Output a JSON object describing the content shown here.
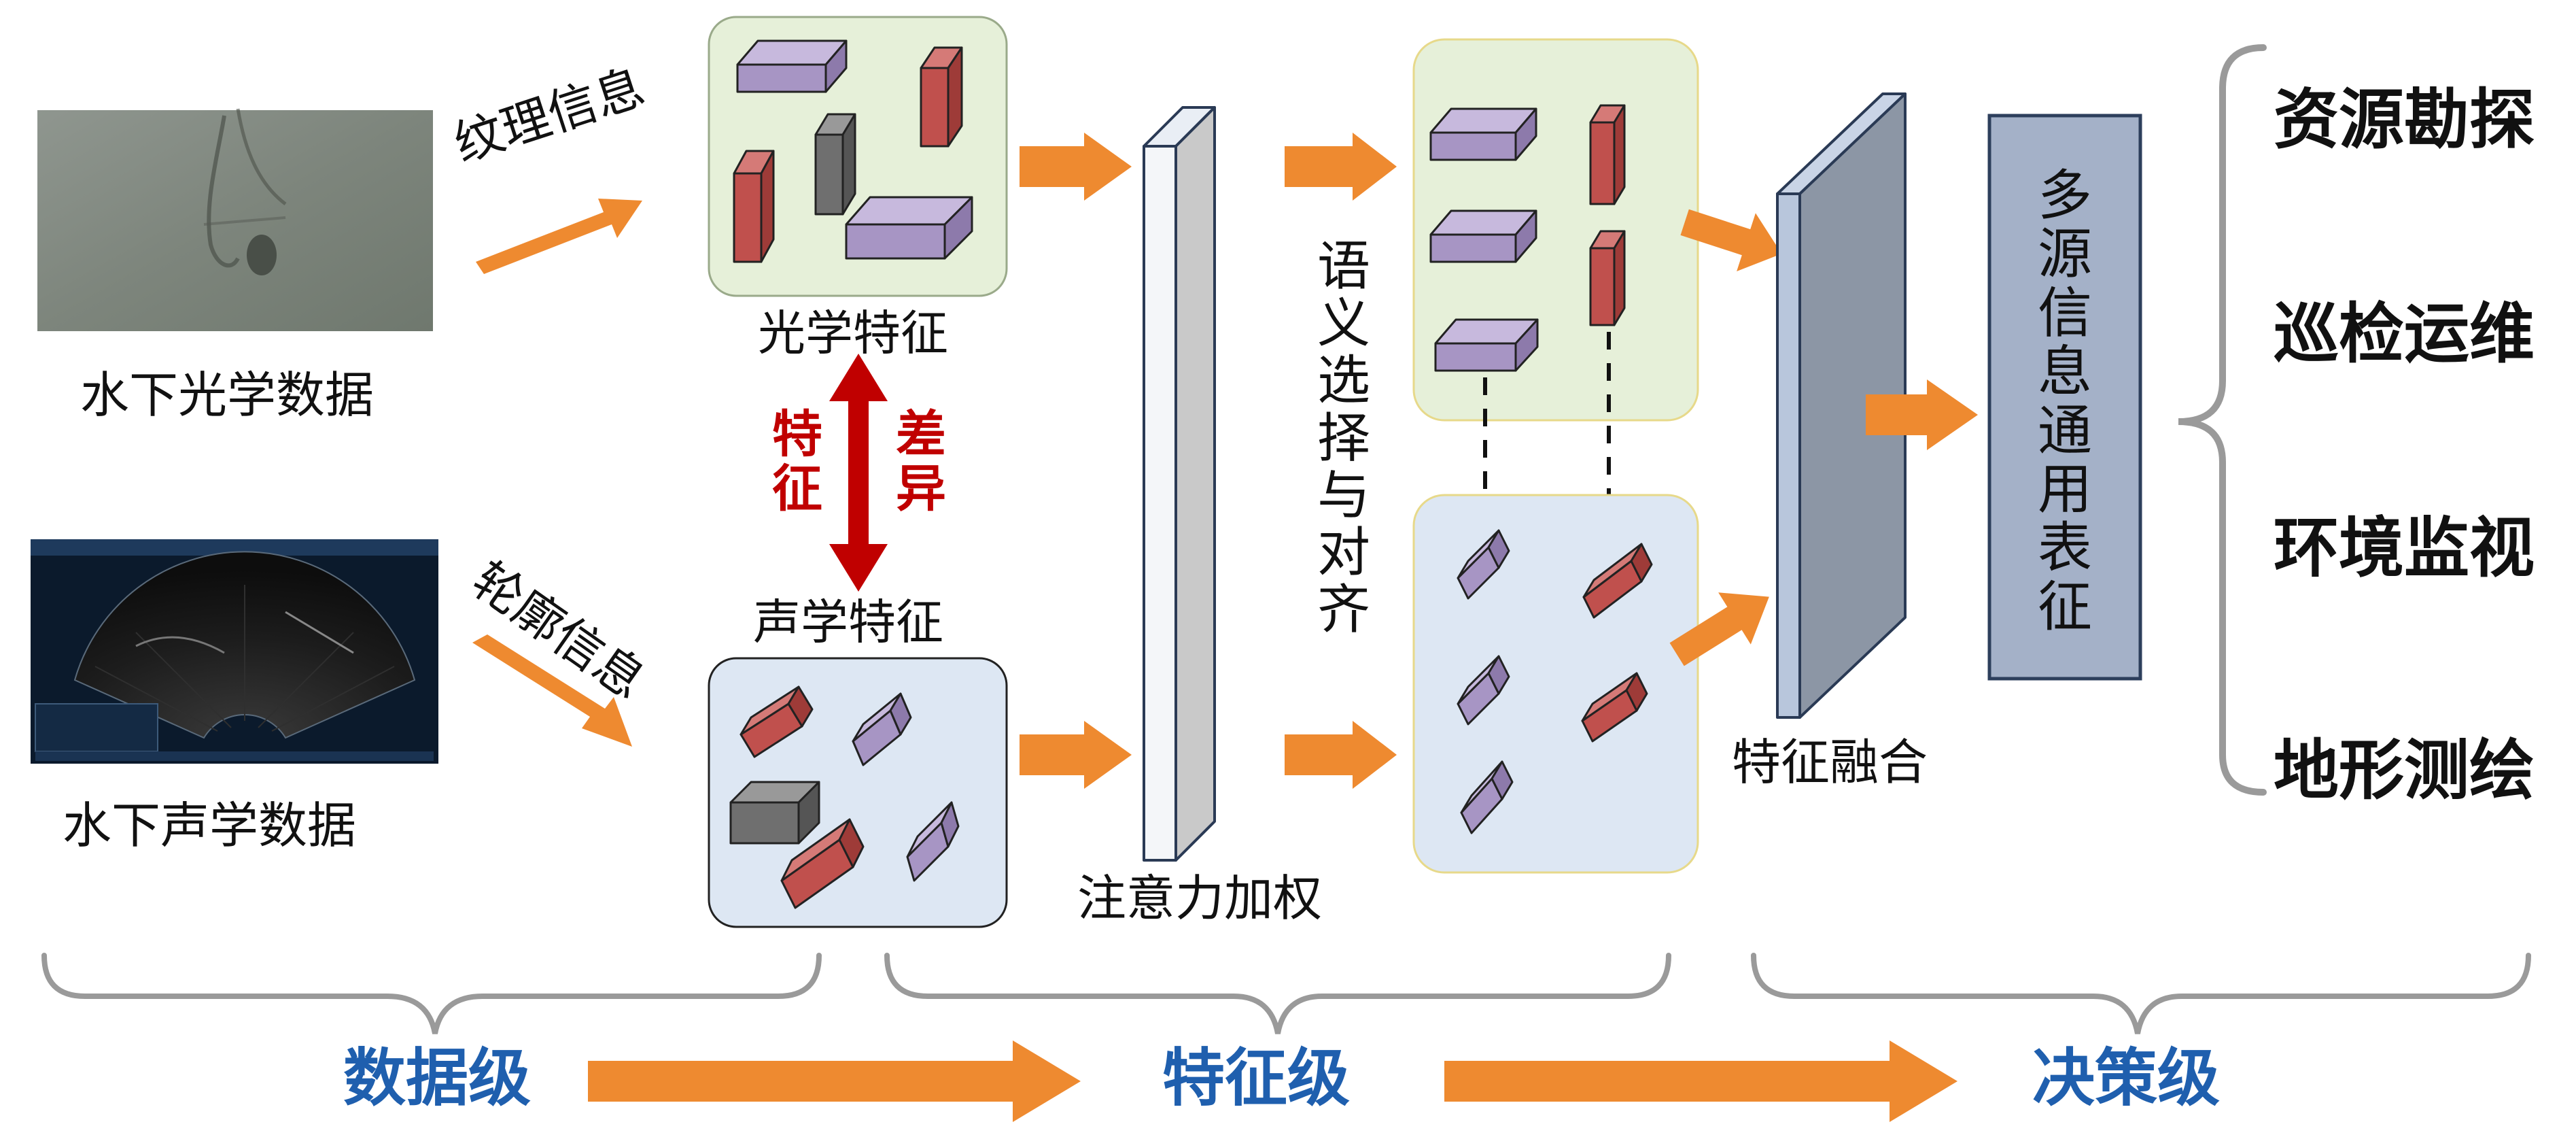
{
  "colors": {
    "orange": "#ee8a30",
    "red_arrow": "#c00000",
    "blue_text": "#1f5fae",
    "green_box": "#e6f0d9",
    "blue_box": "#dde7f3",
    "purple_block": "#a795c4",
    "red_block": "#c0504d",
    "gray_block": "#6f6f6f",
    "bracket": "#9a9a9a"
  },
  "inputs": {
    "optical_label": "水下光学数据",
    "acoustic_label": "水下声学数据",
    "texture_label": "纹理信息",
    "contour_label": "轮廓信息"
  },
  "features": {
    "optical": "光学特征",
    "acoustic": "声学特征",
    "diff_left": "特征",
    "diff_right": "差异"
  },
  "stages": {
    "attention": "注意力加权",
    "semantic": "语义选择与对齐",
    "fusion": "特征融合",
    "general": "多源信息通用表征"
  },
  "applications": [
    "资源勘探",
    "巡检运维",
    "环境监视",
    "地形测绘"
  ],
  "levels": [
    "数据级",
    "特征级",
    "决策级"
  ]
}
